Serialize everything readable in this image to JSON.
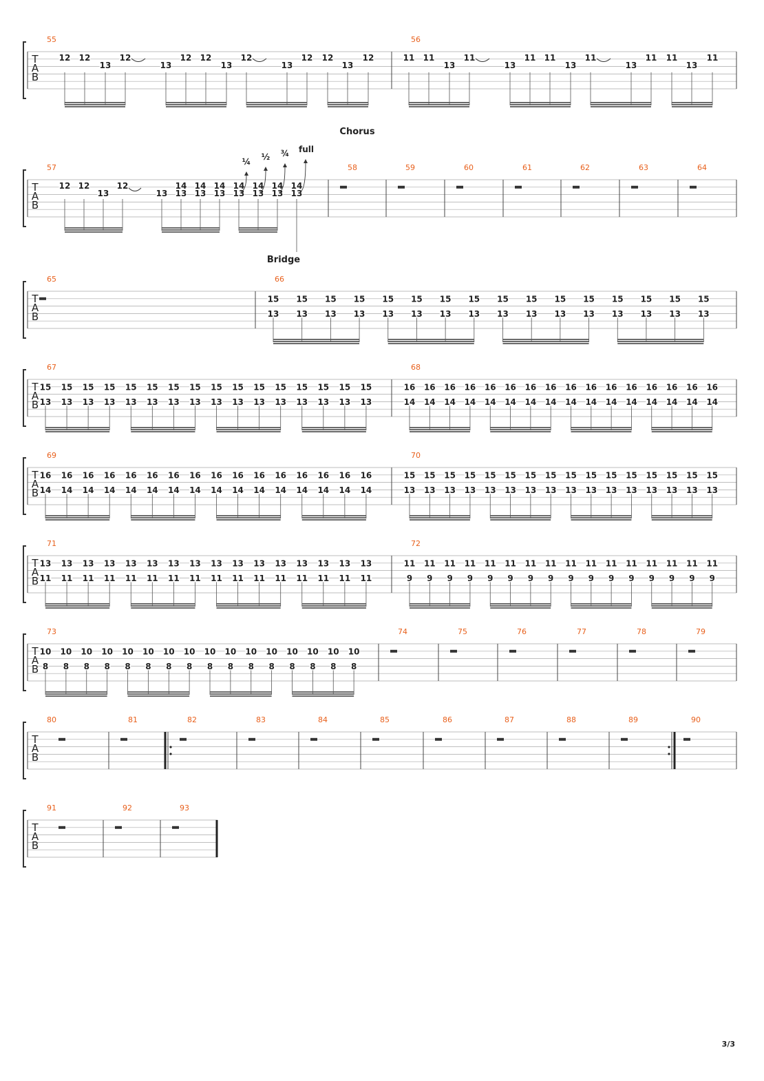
{
  "page_number": "3/3",
  "tab_clef": [
    "T",
    "A",
    "B"
  ],
  "sections": {
    "chorus": "Chorus",
    "bridge": "Bridge"
  },
  "bend_labels": [
    "¼",
    "½",
    "¾",
    "full"
  ],
  "systems": [
    {
      "measures": [
        {
          "number": "55",
          "events": [
            [
              "12",
              ""
            ],
            [
              "12",
              ""
            ],
            [
              "",
              "13"
            ],
            [
              "12",
              ""
            ],
            [
              "",
              "13"
            ],
            [
              "12",
              ""
            ],
            [
              "12",
              ""
            ],
            [
              "",
              "13"
            ],
            [
              "12",
              ""
            ],
            [
              "",
              "13"
            ],
            [
              "12",
              ""
            ],
            [
              "12",
              ""
            ],
            [
              "",
              "13"
            ],
            [
              "12",
              ""
            ]
          ]
        },
        {
          "number": "56",
          "events": [
            [
              "11",
              ""
            ],
            [
              "11",
              ""
            ],
            [
              "",
              "13"
            ],
            [
              "11",
              ""
            ],
            [
              "",
              "13"
            ],
            [
              "11",
              ""
            ],
            [
              "11",
              ""
            ],
            [
              "",
              "13"
            ],
            [
              "11",
              ""
            ],
            [
              "",
              "13"
            ],
            [
              "11",
              ""
            ],
            [
              "11",
              ""
            ],
            [
              "",
              "13"
            ],
            [
              "11",
              ""
            ]
          ]
        }
      ]
    },
    {
      "section": "Chorus",
      "measures": [
        {
          "number": "57",
          "events": [
            [
              "12",
              ""
            ],
            [
              "12",
              ""
            ],
            [
              "",
              "13"
            ],
            [
              "12",
              ""
            ],
            [
              "",
              "13"
            ],
            [
              "14",
              "13"
            ],
            [
              "14",
              "13"
            ],
            [
              "14",
              "13"
            ],
            [
              "14",
              "13"
            ],
            [
              "14",
              "13"
            ],
            [
              "14",
              "13"
            ],
            [
              "14",
              "13"
            ]
          ]
        },
        {
          "number": "58",
          "rest": true
        },
        {
          "number": "59",
          "rest": true
        },
        {
          "number": "60",
          "rest": true
        },
        {
          "number": "61",
          "rest": true
        },
        {
          "number": "62",
          "rest": true
        },
        {
          "number": "63",
          "rest": true
        },
        {
          "number": "64",
          "rest": true
        }
      ]
    },
    {
      "section": "Bridge",
      "measures": [
        {
          "number": "65",
          "rest": true
        },
        {
          "number": "66",
          "repeat_pair": [
            "15",
            "13"
          ],
          "count": 16
        }
      ]
    },
    {
      "measures": [
        {
          "number": "67",
          "repeat_pair": [
            "15",
            "13"
          ],
          "count": 16
        },
        {
          "number": "68",
          "repeat_pair": [
            "16",
            "14"
          ],
          "count": 16
        }
      ]
    },
    {
      "measures": [
        {
          "number": "69",
          "repeat_pair": [
            "16",
            "14"
          ],
          "count": 16
        },
        {
          "number": "70",
          "repeat_pair": [
            "15",
            "13"
          ],
          "count": 16
        }
      ]
    },
    {
      "measures": [
        {
          "number": "71",
          "repeat_pair": [
            "13",
            "11"
          ],
          "count": 16
        },
        {
          "number": "72",
          "repeat_pair": [
            "11",
            "9"
          ],
          "count": 16
        }
      ]
    },
    {
      "measures": [
        {
          "number": "73",
          "repeat_pair": [
            "10",
            "8"
          ],
          "count": 16
        },
        {
          "number": "74",
          "rest": true
        },
        {
          "number": "75",
          "rest": true
        },
        {
          "number": "76",
          "rest": true
        },
        {
          "number": "77",
          "rest": true
        },
        {
          "number": "78",
          "rest": true
        },
        {
          "number": "79",
          "rest": true
        }
      ]
    },
    {
      "measures": [
        {
          "number": "80",
          "rest": true
        },
        {
          "number": "81",
          "rest": true
        },
        {
          "number": "82",
          "rest": true,
          "repeat_start": true
        },
        {
          "number": "83",
          "rest": true
        },
        {
          "number": "84",
          "rest": true
        },
        {
          "number": "85",
          "rest": true
        },
        {
          "number": "86",
          "rest": true
        },
        {
          "number": "87",
          "rest": true
        },
        {
          "number": "88",
          "rest": true
        },
        {
          "number": "89",
          "rest": true,
          "repeat_end": true
        },
        {
          "number": "90",
          "rest": true
        }
      ]
    },
    {
      "measures": [
        {
          "number": "91",
          "rest": true
        },
        {
          "number": "92",
          "rest": true
        },
        {
          "number": "93",
          "rest": true,
          "final": true
        }
      ]
    }
  ]
}
